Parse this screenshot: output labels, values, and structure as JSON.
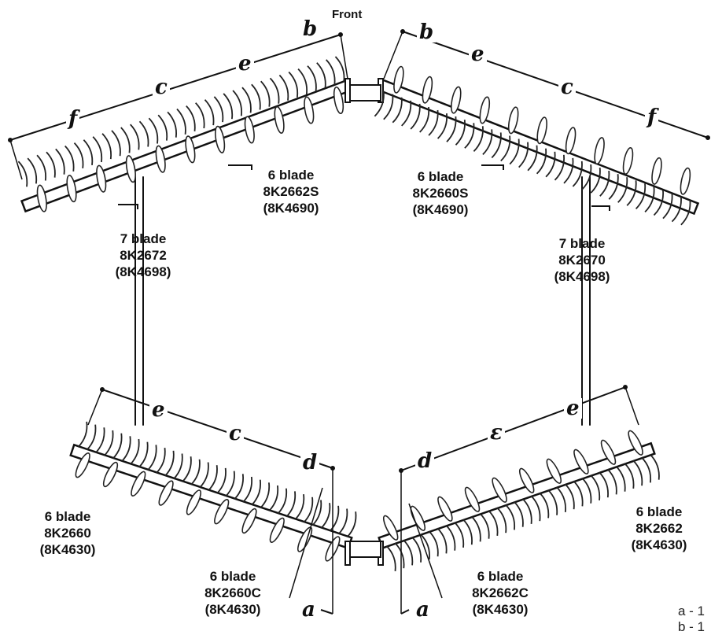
{
  "front_label": "Front",
  "gangs": {
    "front_left": {
      "blades": "6 blade",
      "part": "8K2662S",
      "alt": "(8K4690)"
    },
    "front_right": {
      "blades": "6 blade",
      "part": "8K2660S",
      "alt": "(8K4690)"
    },
    "mid_left": {
      "blades": "7 blade",
      "part": "8K2672",
      "alt": "(8K4698)"
    },
    "mid_right": {
      "blades": "7 blade",
      "part": "8K2670",
      "alt": "(8K4698)"
    },
    "rear_left": {
      "blades": "6 blade",
      "part": "8K2660",
      "alt": "(8K4630)"
    },
    "rear_right": {
      "blades": "6 blade",
      "part": "8K2662",
      "alt": "(8K4630)"
    },
    "center_left": {
      "blades": "6 blade",
      "part": "8K2660C",
      "alt": "(8K4630)"
    },
    "center_right": {
      "blades": "6 blade",
      "part": "8K2662C",
      "alt": "(8K4630)"
    }
  },
  "dimension_letters": {
    "b": "b",
    "e": "e",
    "c": "c",
    "f": "f",
    "d": "d",
    "a": "a",
    "c_alt": "ε"
  },
  "legend_partial": {
    "line1": "a - 1",
    "line2": "b - 1"
  }
}
